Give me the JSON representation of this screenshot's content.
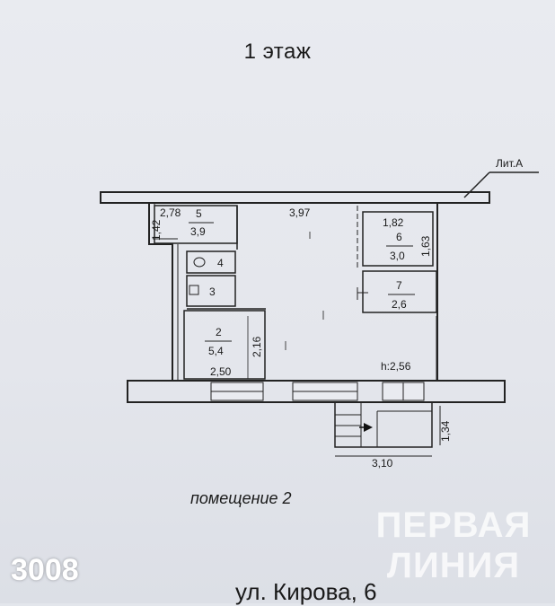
{
  "title": "1 этаж",
  "lit_label": "Лит.А",
  "dims": {
    "d278": "2,78",
    "d142": "1,42",
    "d397": "3,97",
    "d182": "1,82",
    "d163": "1,63",
    "d216": "2,16",
    "d250": "2,50",
    "d256": "h:2,56",
    "d134": "1,34",
    "d310": "3,10"
  },
  "rooms": {
    "r5_num": "5",
    "r5_area": "3,9",
    "r6_num": "6",
    "r6_area": "3,0",
    "r7_num": "7",
    "r7_area": "2,6",
    "r4_num": "4",
    "r3_num": "3",
    "r2_num": "2",
    "r2_area": "5,4"
  },
  "room_name": "помещение 2",
  "street": "ул. Кирова, 6",
  "listing_id": "3008",
  "watermark": {
    "line1": "ПЕРВАЯ",
    "line2": "ЛИНИЯ"
  }
}
